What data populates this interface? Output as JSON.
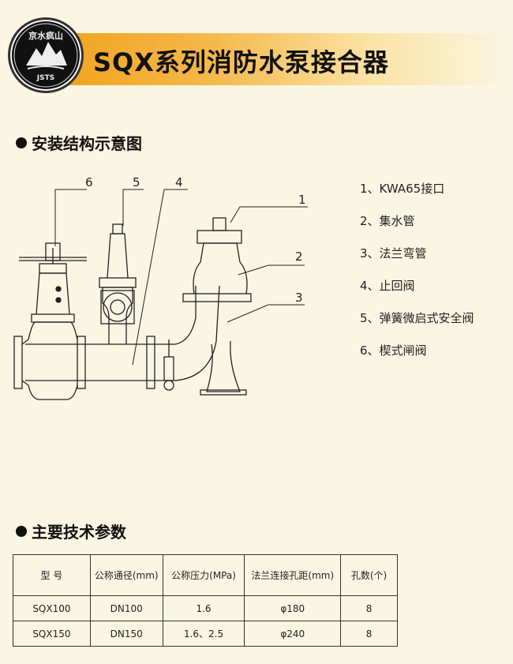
{
  "header": {
    "title": "SQX系列消防水泵接合器",
    "logo": {
      "text_top": "京水疯山",
      "text_bottom": "JSTS",
      "icon": "mountain-logo-icon"
    }
  },
  "sections": {
    "install": "安装结构示意图",
    "params": "主要技术参数"
  },
  "diagram": {
    "callouts": [
      "1",
      "2",
      "3",
      "4",
      "5",
      "6"
    ]
  },
  "legend": [
    "1、KWA65接口",
    "2、集水管",
    "3、法兰弯管",
    "4、止回阀",
    "5、弹簧微启式安全阀",
    "6、楔式闸阀"
  ],
  "table": {
    "headers": [
      "型  号",
      "公称通径(mm)",
      "公称压力(MPa)",
      "法兰连接孔距(mm)",
      "孔数(个)"
    ],
    "rows": [
      [
        "SQX100",
        "DN100",
        "1.6",
        "φ180",
        "8"
      ],
      [
        "SQX150",
        "DN150",
        "1.6、2.5",
        "φ240",
        "8"
      ]
    ]
  },
  "colors": {
    "accent": "#f0a21a",
    "background": "#fbf6e3"
  }
}
